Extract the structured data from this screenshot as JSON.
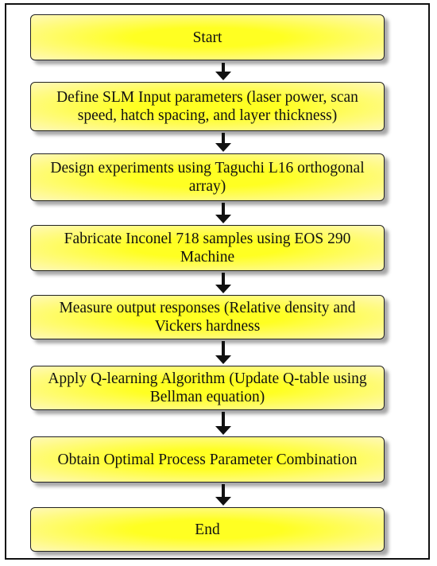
{
  "colors": {
    "box_fill_center": "#ffff22",
    "box_fill_edge": "#fff8b8",
    "border": "#222222",
    "arrow": "#111111"
  },
  "steps": [
    "Start",
    "Define SLM Input parameters (laser power, scan speed, hatch spacing, and layer thickness)",
    "Design experiments using Taguchi L16 orthogonal array)",
    "Fabricate Inconel 718 samples using EOS 290 Machine",
    "Measure output responses (Relative density and Vickers hardness",
    "Apply Q-learning Algorithm  (Update Q-table using Bellman equation)",
    "Obtain Optimal Process Parameter Combination",
    "End"
  ]
}
